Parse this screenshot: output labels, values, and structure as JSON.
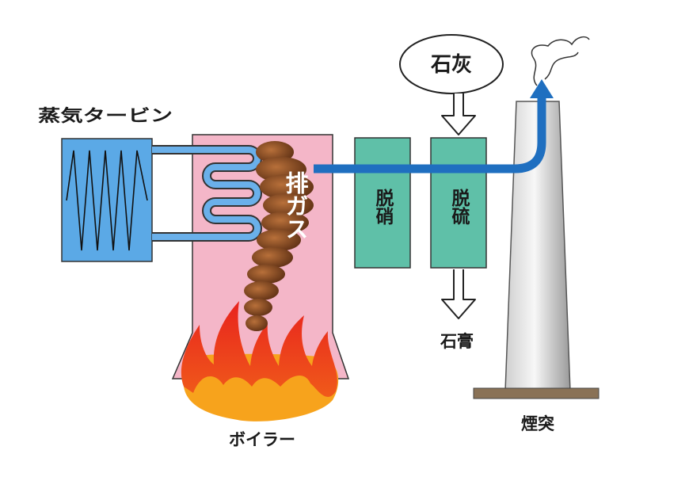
{
  "labels": {
    "steam_turbine": "蒸気タービン",
    "boiler": "ボイラー",
    "exhaust_gas": "排ガス",
    "denitration": "脱硝",
    "desulfurization": "脱硫",
    "lime": "石灰",
    "gypsum": "石膏",
    "chimney": "煙突"
  },
  "colors": {
    "turbine_fill": "#5ba9e6",
    "boiler_fill": "#f4b6c8",
    "unit_fill": "#5fc0a8",
    "gas_flow": "#1f6fc0",
    "smoke": "#8a4a22",
    "flame_outer": "#e8231e",
    "flame_inner": "#f7a31c",
    "chimney_base": "#8a7256"
  },
  "icons": {
    "turbine": "zigzag-coil-icon",
    "flame": "flame-icon",
    "smoke": "smoke-plume-icon",
    "chimney_smoke": "steam-wisp-icon"
  }
}
